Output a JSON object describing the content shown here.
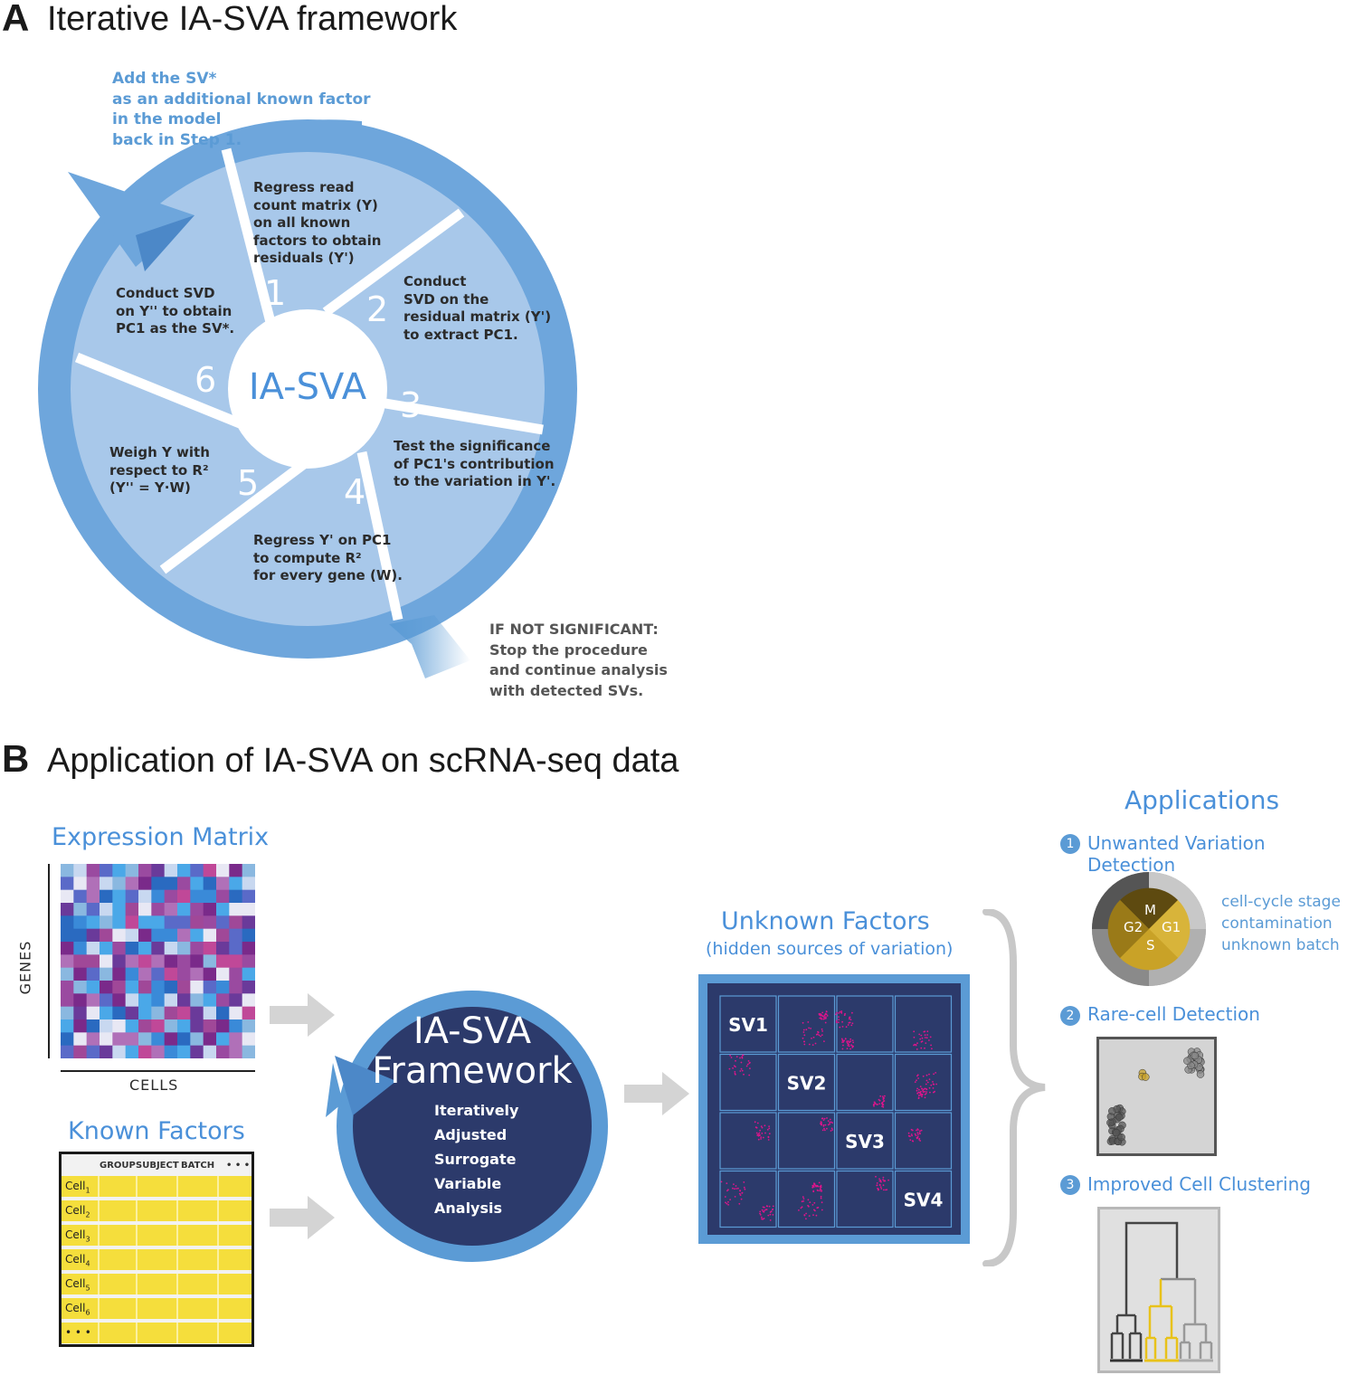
{
  "panel_a": {
    "letter": "A",
    "title": "Iterative IA-SVA framework",
    "center_label": "IA-SVA",
    "add_sv_note": "Add the SV*\nas an additional known factor\nin the model\nback in Step 1.",
    "stop_note": "IF NOT SIGNIFICANT:\nStop the procedure\nand continue analysis\nwith detected SVs.",
    "steps": [
      {
        "num": "1",
        "text": "Regress read\ncount matrix (Y)\non all known\nfactors to obtain\nresiduals (Y')"
      },
      {
        "num": "2",
        "text": "Conduct\nSVD on the\nresidual matrix (Y')\nto extract PC1."
      },
      {
        "num": "3",
        "text": "Test the significance\nof PC1's contribution\nto the variation in Y'."
      },
      {
        "num": "4",
        "text": "Regress Y' on PC1\nto compute R²\nfor every gene (W)."
      },
      {
        "num": "5",
        "text": "Weigh Y with\nrespect to R²\n(Y'' = Y·W)"
      },
      {
        "num": "6",
        "text": "Conduct SVD\non Y'' to obtain\nPC1 as the SV*."
      }
    ]
  },
  "panel_b": {
    "letter": "B",
    "title": "Application of IA-SVA on scRNA-seq data",
    "expression_matrix": {
      "title": "Expression Matrix",
      "y_label": "GENES",
      "x_label": "CELLS"
    },
    "known_factors": {
      "title": "Known Factors",
      "headers": [
        "GROUP",
        "SUBJECT",
        "BATCH",
        "• • •"
      ],
      "rows": [
        "Cell1",
        "Cell2",
        "Cell3",
        "Cell4",
        "Cell5",
        "Cell6",
        "• • •"
      ],
      "row_base": "Cell",
      "row_subs": [
        "1",
        "2",
        "3",
        "4",
        "5",
        "6"
      ],
      "row_more": "• • •"
    },
    "framework": {
      "title_line1": "IA-SVA",
      "title_line2": "Framework",
      "expansion": "Iteratively\nAdjusted\nSurrogate\nVariable\nAnalysis"
    },
    "unknown_factors": {
      "title": "Unknown Factors",
      "subtitle": "(hidden sources of variation)",
      "sv_labels": [
        "SV1",
        "SV2",
        "SV3",
        "SV4"
      ]
    },
    "applications": {
      "title": "Applications",
      "items": [
        {
          "num": "1",
          "label": "Unwanted Variation Detection"
        },
        {
          "num": "2",
          "label": "Rare-cell Detection"
        },
        {
          "num": "3",
          "label": "Improved Cell Clustering"
        }
      ],
      "cell_cycle": {
        "m": "M",
        "g2": "G2",
        "g1": "G1",
        "s": "S"
      },
      "variation_list": "cell-cycle stage\ncontamination\nunknown batch"
    }
  },
  "colors": {
    "outer_ring": "#5b9bd5",
    "wedge_light": "#a8c8ea",
    "navy": "#2c3a6b",
    "yellow": "#f5de3c",
    "magenta": "#e0148c",
    "gold": "#c9a227"
  }
}
